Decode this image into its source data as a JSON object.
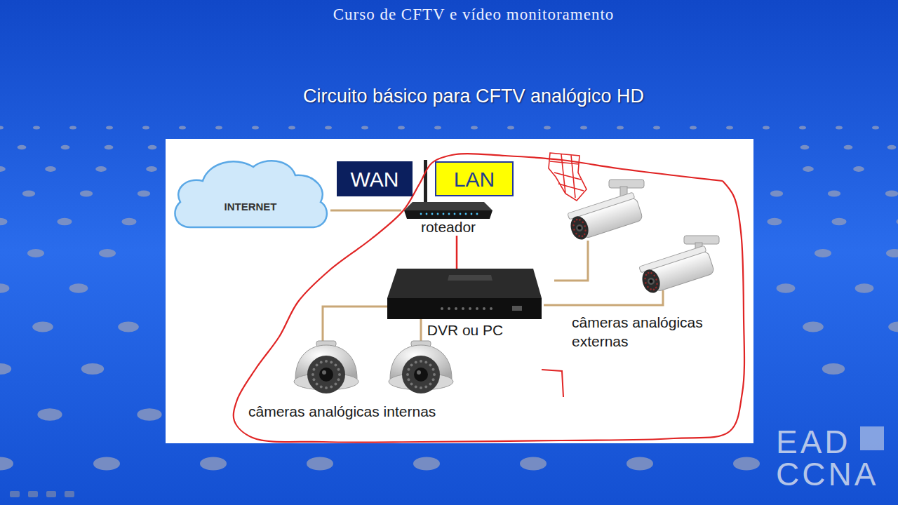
{
  "diagram": {
    "title": "Circuito básico para CFTV analógico HD",
    "nodes": [
      {
        "text": [
          "INTERNET"
        ]
      },
      {
        "text": [
          "WAN"
        ]
      },
      {
        "text": [
          "LAN"
        ]
      },
      {
        "text": [
          "roteador"
        ]
      },
      {
        "text": [
          "DVR ou PC"
        ]
      }
    ],
    "edges": [
      {
        "from": 0,
        "to": 3,
        "arrow": "none"
      },
      {
        "from": 3,
        "to": 4,
        "arrow": "none"
      }
    ],
    "labels": [
      "Curso de CFTV e vídeo monitoramento",
      "câmeras analógicas externas",
      "câmeras analógicas internas",
      "EAD",
      "CCNA"
    ]
  }
}
